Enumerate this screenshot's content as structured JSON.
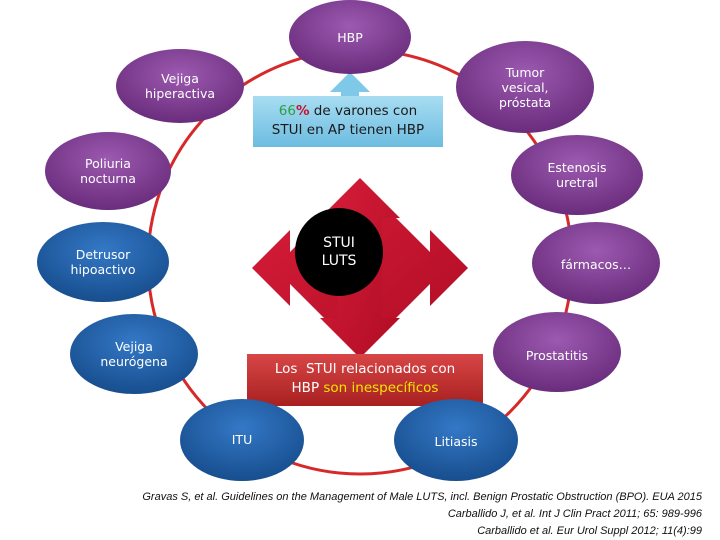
{
  "colors": {
    "purple": "#7B3A8C",
    "blue": "#1F5FA8",
    "red_arrow": "#C8102E",
    "ring": "#D62A2A",
    "center": "#000000",
    "box_top": "#7EC8E8",
    "box_bottom": "#C03030",
    "pct_green": "#2E9E3E",
    "yellow": "#F2E600"
  },
  "top": {
    "hbp": "HBP",
    "tumor": [
      "Tumor",
      "vesical,",
      "próstata"
    ],
    "vejiga_hiperactiva": [
      "Vejiga",
      "hiperactiva"
    ]
  },
  "left": {
    "poliuria": [
      "Poliuria",
      "nocturna"
    ],
    "detrusor": [
      "Detrusor",
      "hipoactivo"
    ],
    "vejiga_neurogena": [
      "Vejiga",
      "neurógena"
    ]
  },
  "right": {
    "estenosis": [
      "Estenosis",
      "uretral"
    ],
    "farmacos": "fármacos…",
    "prostatitis": "Prostatitis"
  },
  "bottom": {
    "itu": "ITU",
    "litiasis": "Litiasis"
  },
  "center": {
    "line1": "STUI",
    "line2": "LUTS"
  },
  "top_box": {
    "pct": "66",
    "pct_sign": "%",
    "rest1": " de varones con",
    "line2": "STUI en AP tienen HBP"
  },
  "bottom_box": {
    "line1": "Los  STUI relacionados con",
    "line2a": "HBP ",
    "line2b": "son inespecíficos"
  },
  "references": [
    "Gravas S, et al. Guidelines on the Management of Male LUTS, incl. Benign Prostatic Obstruction (BPO). EUA 2015",
    "Carballido J, et al. Int J Clin Pract 2011; 65: 989-996",
    "Carballido et al.  Eur Urol Suppl 2012; 11(4):99"
  ]
}
